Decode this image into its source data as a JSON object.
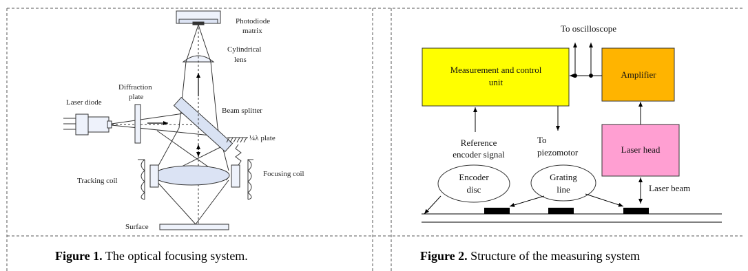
{
  "figure1": {
    "labels": {
      "photodiode": [
        "Photodiode",
        "matrix"
      ],
      "cylindrical": [
        "Cylindrical",
        "lens"
      ],
      "diffraction": [
        "Diffraction",
        "plate"
      ],
      "laser_diode": "Laser diode",
      "beam_splitter": "Beam splitter",
      "quarter_plate": "¼λ plate",
      "tracking_coil": "Tracking coil",
      "focusing_coil": "Focusing coil",
      "surface": "Surface"
    },
    "caption_bold": "Figure 1.",
    "caption_text": " The optical focusing system."
  },
  "figure2": {
    "labels": {
      "to_oscilloscope": "To oscilloscope",
      "measurement_unit": [
        "Measurement and control",
        "unit"
      ],
      "amplifier": "Amplifier",
      "laser_head": "Laser head",
      "reference_encoder": [
        "Reference",
        "encoder signal"
      ],
      "to_piezomotor": [
        "To",
        "piezomotor"
      ],
      "encoder_disc": [
        "Encoder",
        "disc"
      ],
      "grating_line": [
        "Grating",
        "line"
      ],
      "laser_beam": "Laser beam"
    },
    "colors": {
      "measurement_unit": "#ffff00",
      "amplifier": "#ffb400",
      "laser_head": "#ff9fd2"
    },
    "caption_bold": "Figure 2.",
    "caption_text": " Structure of the measuring system"
  }
}
